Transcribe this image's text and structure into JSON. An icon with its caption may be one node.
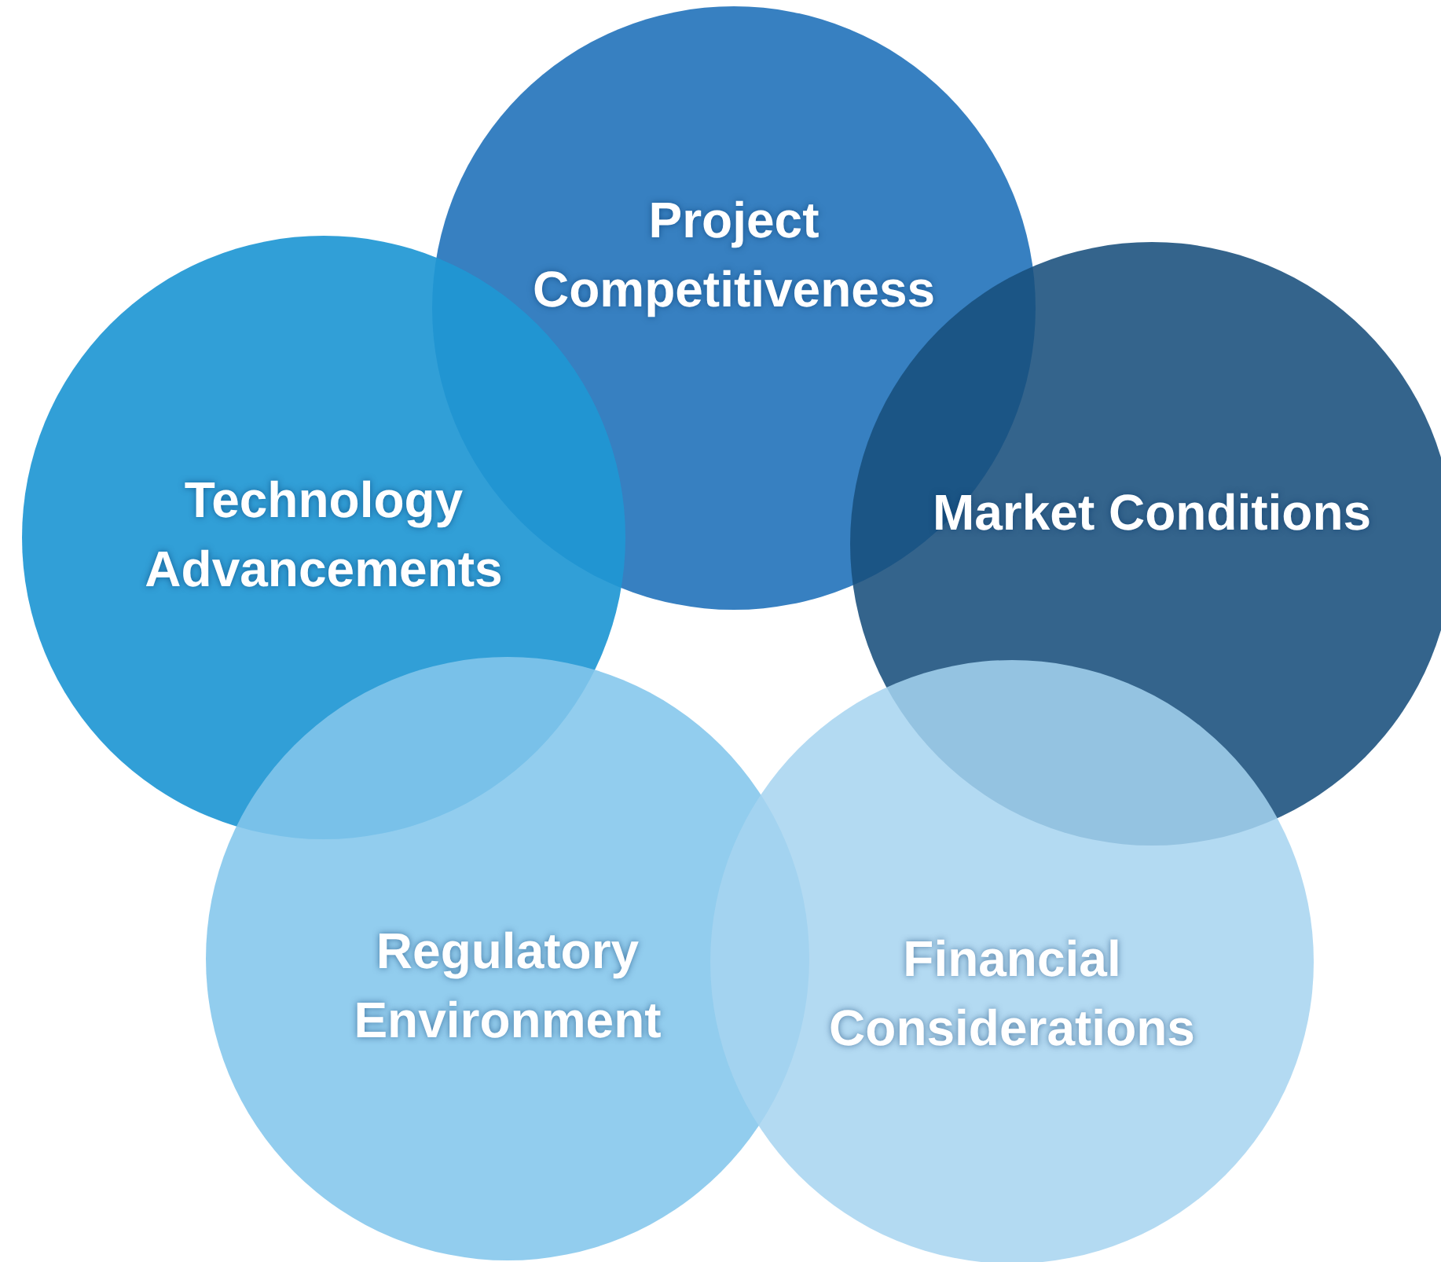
{
  "diagram": {
    "nodes": [
      {
        "text": [
          "Project Competitiveness"
        ]
      },
      {
        "text": [
          "Technology Advancements"
        ]
      },
      {
        "text": [
          "Market Conditions"
        ]
      },
      {
        "text": [
          "Regulatory Environment"
        ]
      },
      {
        "text": [
          "Financial Considerations"
        ]
      }
    ]
  }
}
